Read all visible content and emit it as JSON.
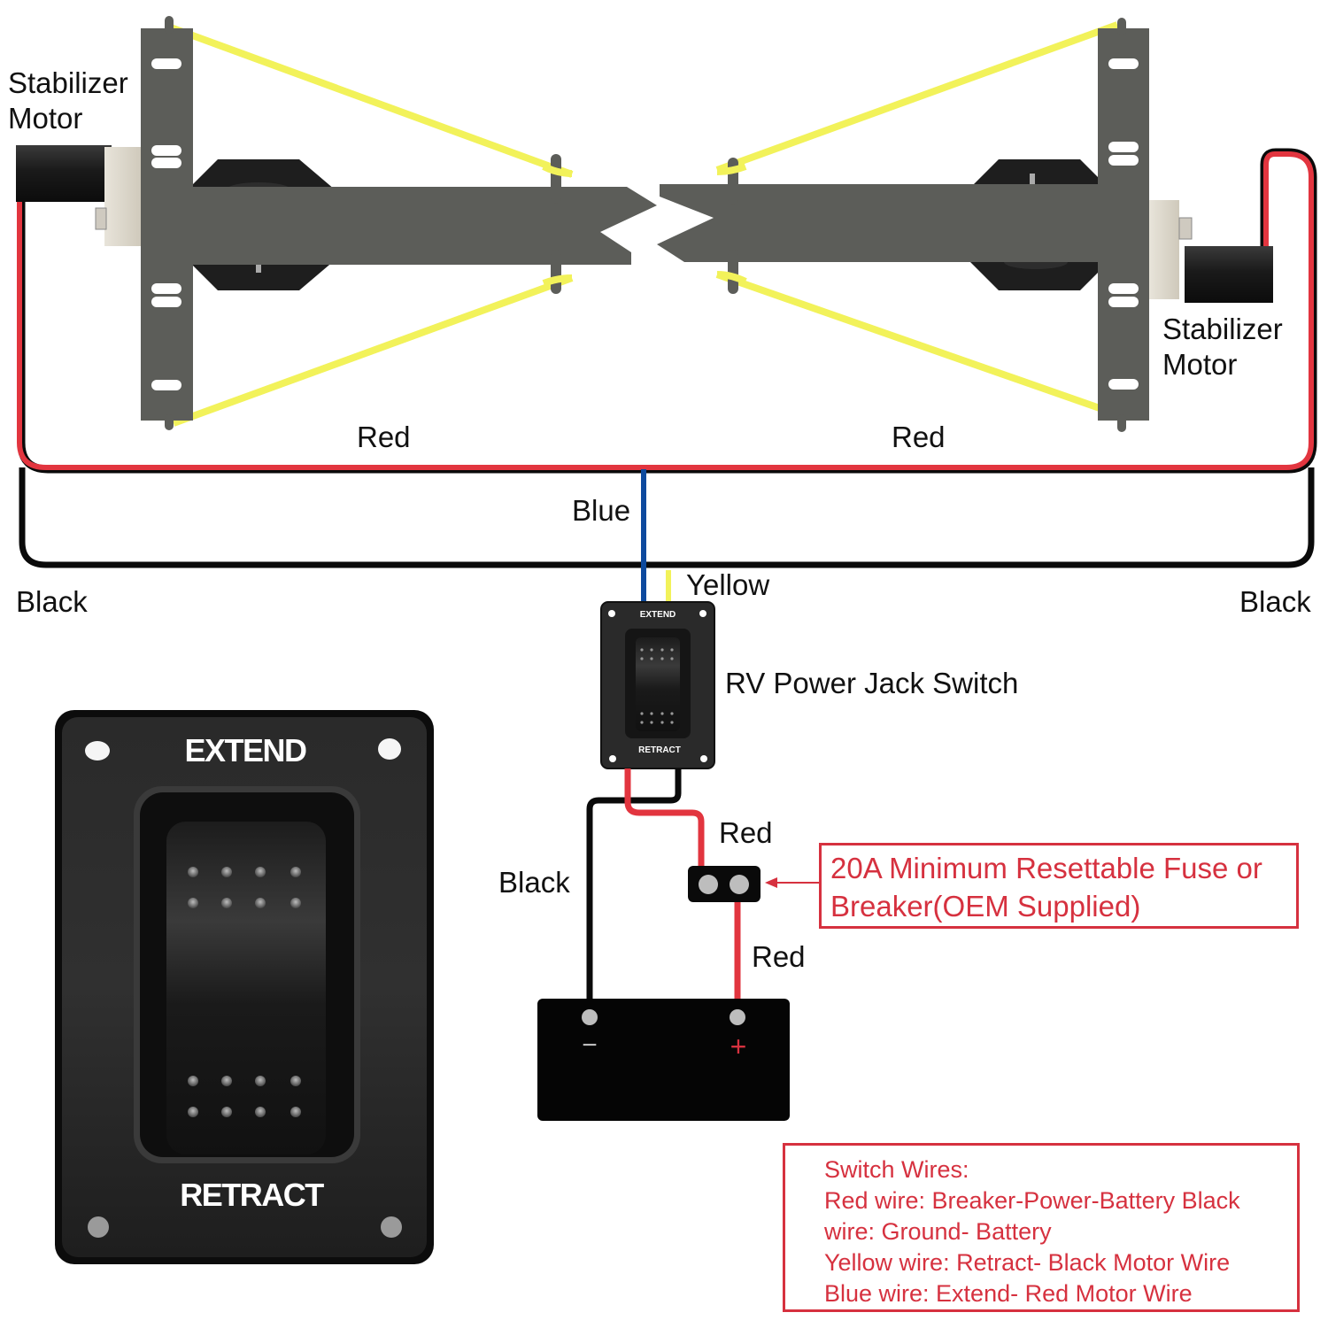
{
  "diagram": {
    "title": "RV Stabilizer Jack Wiring Diagram",
    "colors": {
      "red_wire": "#e2353f",
      "black_wire": "#0a0a0a",
      "blue_wire": "#0d4a9e",
      "yellow_wire": "#f2f25a",
      "frame": "#5c5d59",
      "annotation": "#d6313f"
    },
    "labels": {
      "motor_left": [
        "Stabilizer",
        "Motor"
      ],
      "motor_right": [
        "Stabilizer",
        "Motor"
      ],
      "red_left": "Red",
      "red_right": "Red",
      "blue": "Blue",
      "yellow": "Yellow",
      "black_left": "Black",
      "black_right": "Black",
      "switch_name": "RV Power Jack Switch",
      "red_to_fuse": "Red",
      "black_to_battery": "Black",
      "red_to_battery": "Red"
    },
    "switch_small": {
      "top_label": "EXTEND",
      "bottom_label": "RETRACT"
    },
    "switch_large": {
      "top_label": "EXTEND",
      "bottom_label": "RETRACT"
    },
    "battery": {
      "negative": "−",
      "positive": "+"
    },
    "fuse_callout": {
      "lines": [
        "20A Minimum Resettable Fuse or",
        "Breaker(OEM Supplied)"
      ],
      "arrow_icon": "arrow-left-icon"
    },
    "notes": {
      "lines": [
        "Switch Wires:",
        "Red wire: Breaker-Power-Battery Black",
        "wire: Ground- Battery",
        "Yellow wire: Retract- Black Motor Wire",
        "Blue wire: Extend- Red Motor Wire"
      ]
    }
  }
}
